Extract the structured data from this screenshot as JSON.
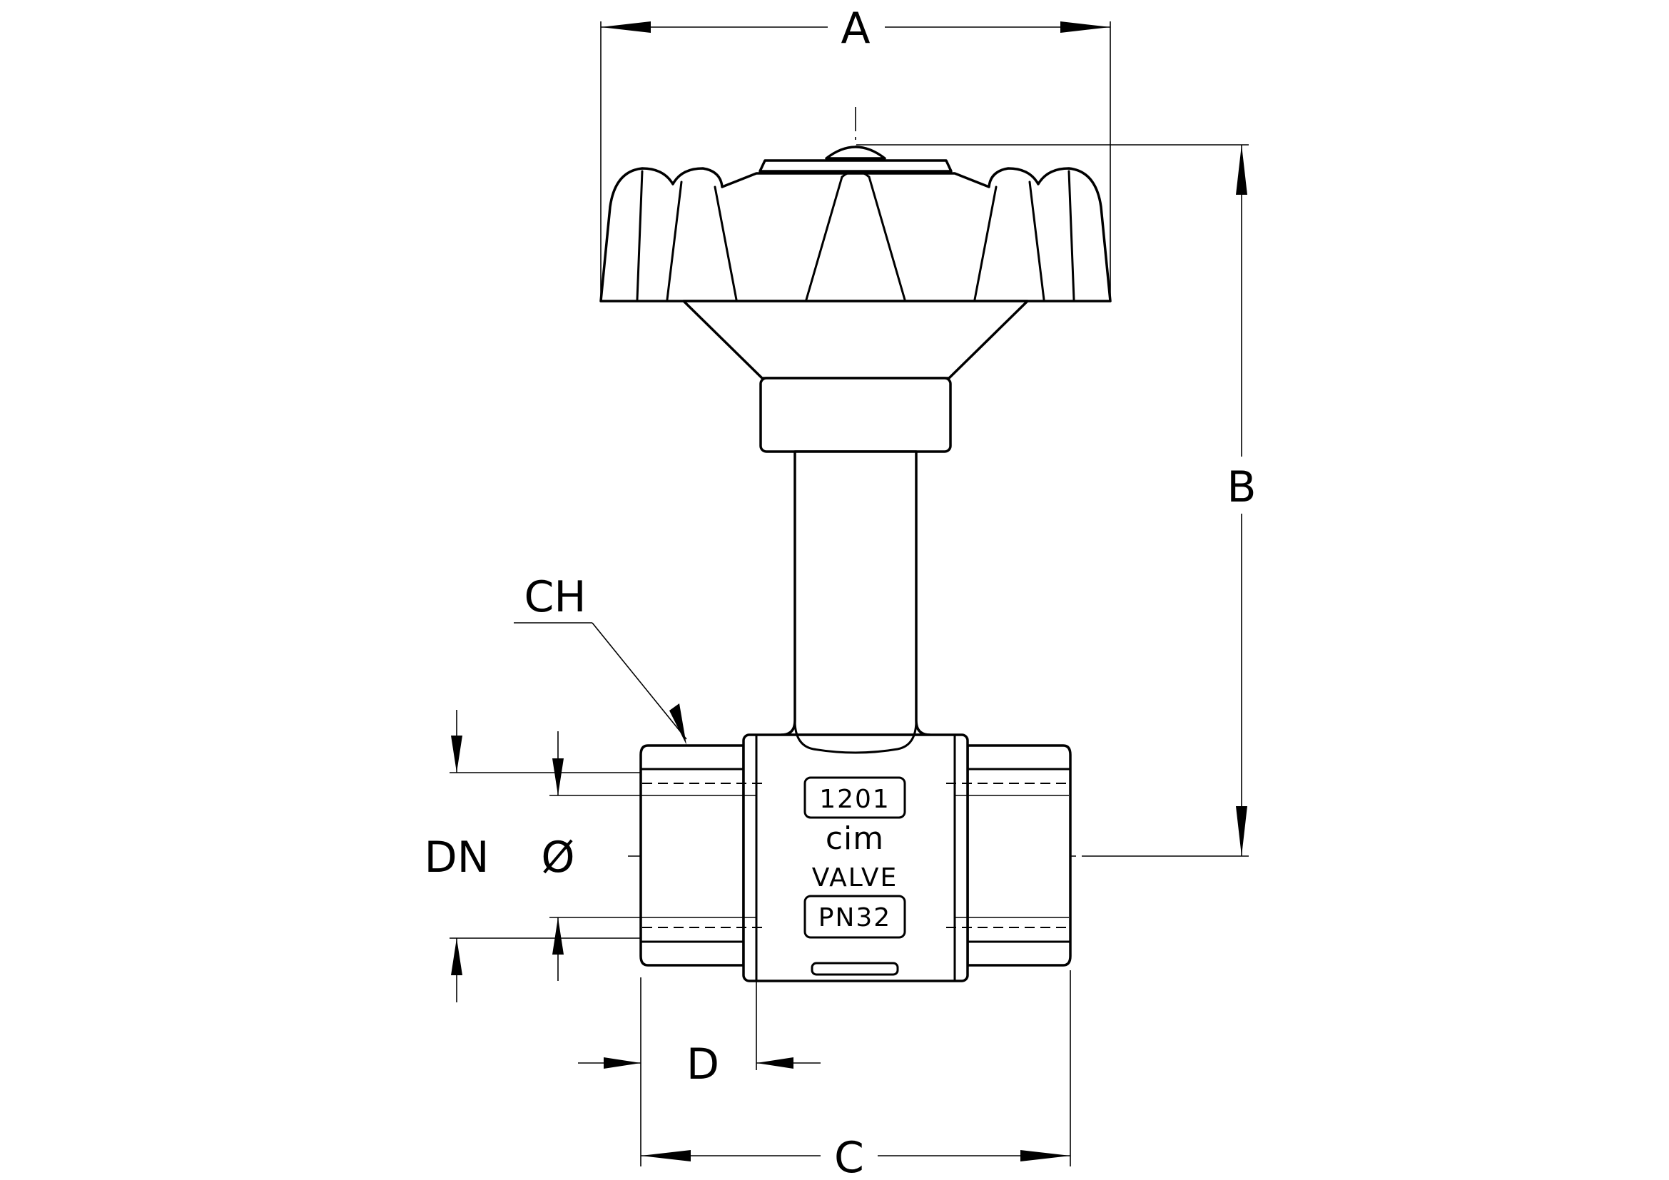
{
  "dimensions": {
    "a": "A",
    "b": "B",
    "c": "C",
    "d": "D",
    "dn": "DN",
    "dia": "Ø",
    "ch": "CH"
  },
  "body_marks": {
    "model": "1201",
    "brand": "cim",
    "line": "VALVE",
    "pressure": "PN32"
  }
}
